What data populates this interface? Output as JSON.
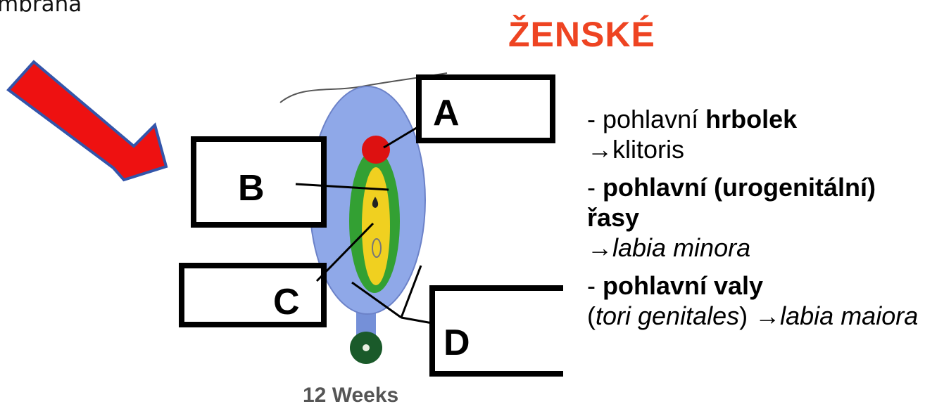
{
  "corner_text": "mbrána",
  "title": "ŽENSKÉ",
  "diagram": {
    "labels": [
      "A",
      "B",
      "C",
      "D"
    ],
    "caption": "12 Weeks",
    "colors": {
      "arrow": "#ee1111",
      "body": "#8fa8e8",
      "tubercle": "#dd1111",
      "outer_fold": "#33a033",
      "inner_fold": "#f0d020",
      "tip": "#1a5a2a"
    }
  },
  "bullets": [
    {
      "parts": [
        "- pohlavní ",
        "hrbolek",
        "→klitoris"
      ]
    },
    {
      "parts": [
        "- ",
        "pohlavní (urogenitální) řasy",
        "→labia minora"
      ]
    },
    {
      "parts": [
        "- ",
        "pohlavní valy",
        "(",
        "tori genitales",
        ") →",
        "labia maiora"
      ]
    }
  ]
}
